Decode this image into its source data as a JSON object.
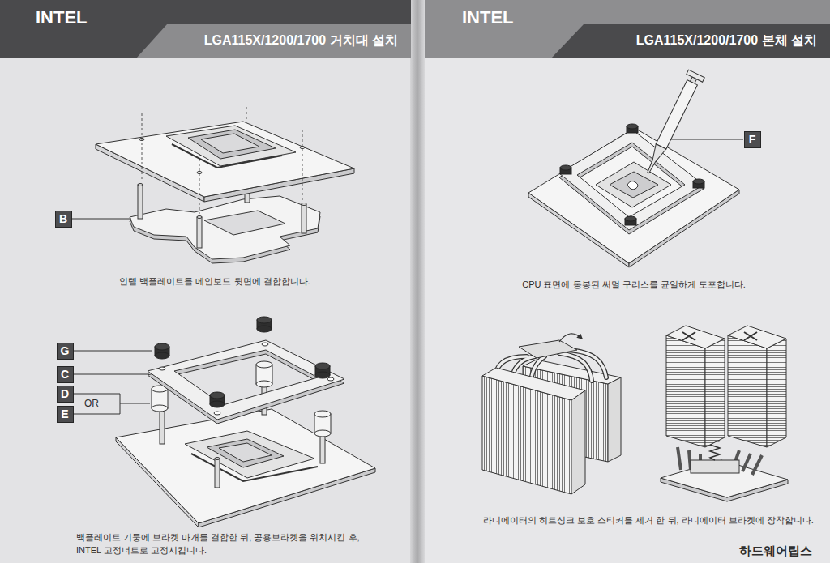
{
  "diagram": {
    "nodes": [
      {
        "text": [
          "INTEL",
          "LGA115X/1200/1700 거치대 설치"
        ]
      },
      {
        "text": [
          "B"
        ]
      },
      {
        "text": [
          "G"
        ]
      },
      {
        "text": [
          "C"
        ]
      },
      {
        "text": [
          "D"
        ]
      },
      {
        "text": [
          "E"
        ]
      },
      {
        "text": [
          "INTEL",
          "LGA115X/1200/1700 본체 설치"
        ]
      },
      {
        "text": [
          "F"
        ]
      }
    ],
    "labels": [
      "인텔 백플레이트를 메인보드 뒷면에 결합합니다.",
      "OR",
      "백플레이트 기둥에 브라켓 마개를 결합한 뒤, 공용브라켓을 위치시킨 후, INTEL 고정너트로 고정시킵니다.",
      "CPU 표면에 동봉된 써멀 구리스를 균일하게 도포합니다.",
      "라디에이터의 히트싱크 보호 스티커를 제거 한 뒤, 라디에이터 브라켓에 장착합니다.",
      "하드웨어팁스"
    ]
  }
}
